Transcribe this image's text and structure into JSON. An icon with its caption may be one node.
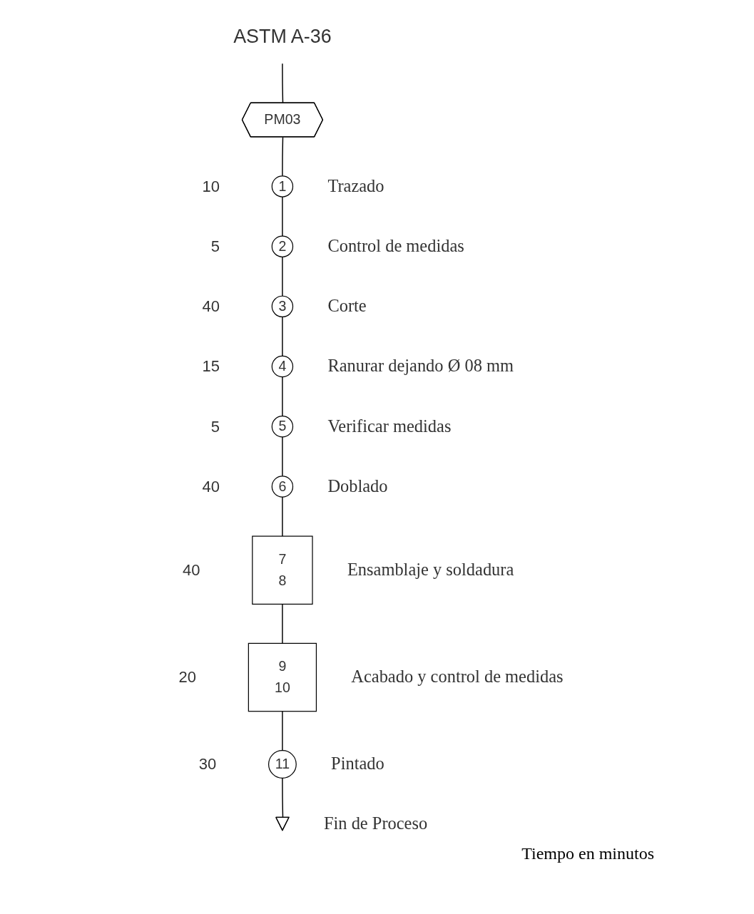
{
  "diagram": {
    "nodes": [
      {
        "text": [
          "ASTM A-36"
        ]
      },
      {
        "text": [
          "PM03"
        ]
      },
      {
        "text": [
          "1"
        ],
        "beside": [
          "10",
          "Trazado"
        ]
      },
      {
        "text": [
          "2"
        ],
        "beside": [
          "5",
          "Control de medidas"
        ]
      },
      {
        "text": [
          "3"
        ],
        "beside": [
          "40",
          "Corte"
        ]
      },
      {
        "text": [
          "4"
        ],
        "beside": [
          "15",
          "Ranurar dejando Ø 08 mm"
        ]
      },
      {
        "text": [
          "5"
        ],
        "beside": [
          "5",
          "Verificar medidas"
        ]
      },
      {
        "text": [
          "6"
        ],
        "beside": [
          "40",
          "Doblado"
        ]
      },
      {
        "text": [
          "7",
          "8"
        ],
        "beside": [
          "40",
          "Ensamblaje y soldadura"
        ]
      },
      {
        "text": [
          "9",
          "10"
        ],
        "beside": [
          "20",
          "Acabado y control de medidas"
        ]
      },
      {
        "text": [
          "11"
        ],
        "beside": [
          "30",
          "Pintado"
        ]
      },
      {
        "text": [],
        "shape": "triangle",
        "beside": [
          "Fin de Proceso"
        ]
      }
    ],
    "edges": [
      {
        "from": 0,
        "to": 1,
        "arrow": "none"
      },
      {
        "from": 1,
        "to": 2,
        "arrow": "none"
      },
      {
        "from": 2,
        "to": 3,
        "arrow": "none"
      },
      {
        "from": 3,
        "to": 4,
        "arrow": "none"
      },
      {
        "from": 4,
        "to": 5,
        "arrow": "none"
      },
      {
        "from": 5,
        "to": 6,
        "arrow": "none"
      },
      {
        "from": 6,
        "to": 7,
        "arrow": "none"
      },
      {
        "from": 7,
        "to": 8,
        "arrow": "none"
      },
      {
        "from": 8,
        "to": 9,
        "arrow": "none"
      },
      {
        "from": 9,
        "to": 10,
        "arrow": "none"
      },
      {
        "from": 10,
        "to": 11,
        "arrow": "none"
      }
    ],
    "labels": [
      "Tiempo en minutos"
    ]
  }
}
